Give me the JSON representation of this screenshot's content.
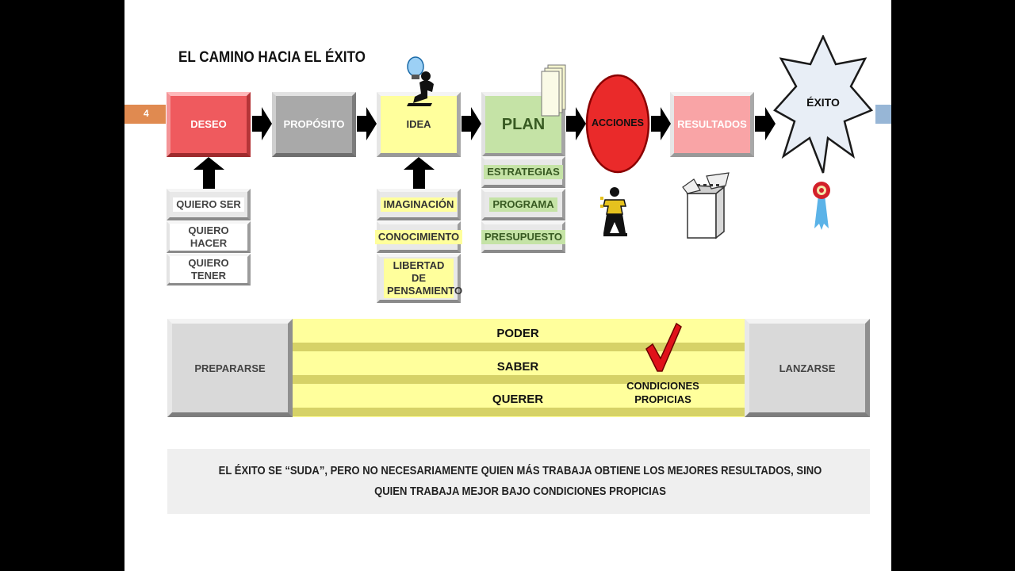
{
  "slide": {
    "page_number": "4",
    "title": "EL CAMINO HACIA EL ÉXITO"
  },
  "flow": {
    "deseo": "DESEO",
    "proposito": "PROPÓSITO",
    "idea": "IDEA",
    "plan": "PLAN",
    "acciones": "ACCIONES",
    "resultados": "RESULTADOS",
    "exito": "ÉXITO"
  },
  "deseo_items": [
    "QUIERO SER",
    "QUIERO HACER",
    "QUIERO TENER"
  ],
  "idea_items": [
    "IMAGINACIÓN",
    "CONOCIMIENTO",
    "LIBERTAD DE PENSAMIENTO"
  ],
  "plan_items": [
    "ESTRATEGIAS",
    "PROGRAMA",
    "PRESUPUESTO"
  ],
  "bottom": {
    "left": "PREPARARSE",
    "right": "LANZARSE",
    "bands": [
      "PODER",
      "SABER",
      "QUERER"
    ],
    "condiciones": "CONDICIONES PROPICIAS"
  },
  "quote": "EL ÉXITO SE “SUDA”, PERO NO NECESARIAMENTE QUIEN MÁS TRABAJA OBTIENE LOS MEJORES RESULTADOS, SINO QUIEN TRABAJA MEJOR BAJO CONDICIONES PROPICIAS",
  "colors": {
    "deseo": "#ef5a5e",
    "proposito": "#a9a9a9",
    "idea": "#ffff9c",
    "plan": "#c5e3a6",
    "acciones": "#ea2a2a",
    "resultados": "#f9a4a6",
    "page_tab": "#e08a50",
    "check": "#e0121a"
  },
  "icons": [
    "lightbulb-thinker-icon",
    "document-stack-icon",
    "runner-icon",
    "open-box-icon",
    "award-ribbon-icon",
    "checkmark-icon",
    "star-burst-shape"
  ]
}
